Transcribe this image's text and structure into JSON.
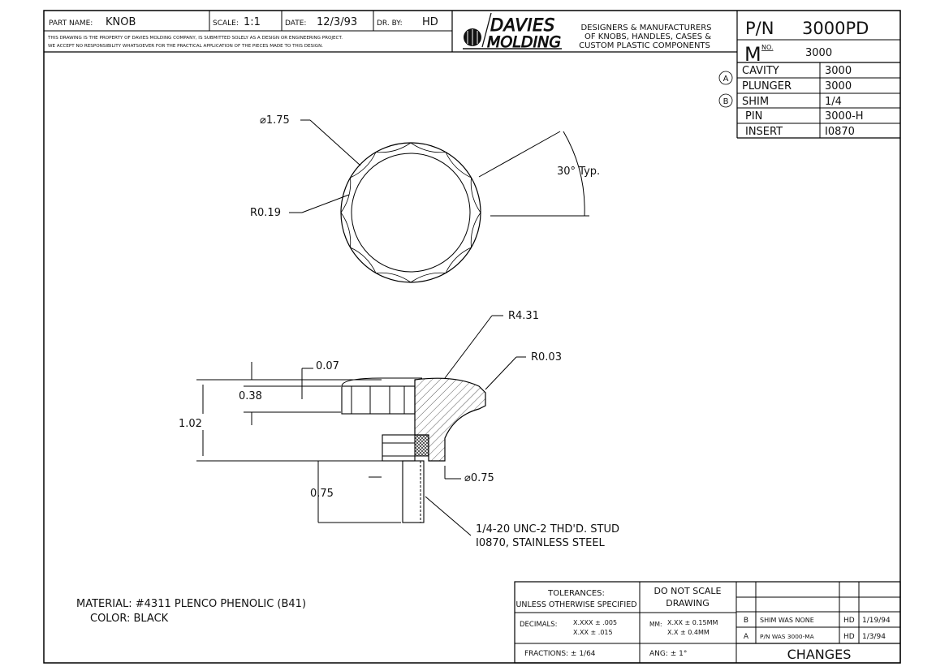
{
  "title_block": {
    "part_name_label": "PART NAME:",
    "part_name": "KNOB",
    "scale_label": "SCALE:",
    "scale": "1:1",
    "date_label": "DATE:",
    "date": "12/3/93",
    "drawn_by_label": "DR. BY:",
    "drawn_by": "HD",
    "disclaimer_1": "THIS DRAWING IS THE PROPERTY OF DAVIES MOLDING COMPANY, IS SUBMITTED SOLELY AS A DESIGN OR ENGINEERING PROJECT.",
    "disclaimer_2": "WE ACCEPT NO RESPONSIBILITY WHATSOEVER FOR THE PRACTICAL APPLICATION OF THE PIECES MADE TO THIS DESIGN.",
    "company_1": "DAVIES",
    "company_2": "MOLDING",
    "tagline_1": "DESIGNERS & MANUFACTURERS",
    "tagline_2": "OF KNOBS, HANDLES, CASES &",
    "tagline_3": "CUSTOM PLASTIC COMPONENTS",
    "pn_label": "P/N",
    "pn": "3000PD",
    "mno_label": "M",
    "mno_sup": "NO.",
    "mno": "3000"
  },
  "parts_table": {
    "rows": [
      {
        "marker": "A",
        "label": "CAVITY",
        "value": "3000"
      },
      {
        "marker": "",
        "label": "PLUNGER",
        "value": "3000"
      },
      {
        "marker": "B",
        "label": "SHIM",
        "value": "1/4"
      },
      {
        "marker": "",
        "label": "PIN",
        "value": "3000-H"
      },
      {
        "marker": "",
        "label": "INSERT",
        "value": "I0870"
      }
    ]
  },
  "top_view": {
    "dia": "⌀1.75",
    "radius": "R0.19",
    "angle": "30° Typ."
  },
  "side_view": {
    "r_top": "R4.31",
    "r_edge": "R0.03",
    "d_007": "0.07",
    "d_038": "0.38",
    "d_102": "1.02",
    "d_075": "0.75",
    "d_stud": "⌀0.75",
    "stud_1": "1/4-20 UNC-2 THD'D. STUD",
    "stud_2": "I0870, STAINLESS STEEL"
  },
  "material": {
    "line_1": "MATERIAL: #4311 PLENCO PHENOLIC (B41)",
    "line_2": "COLOR: BLACK"
  },
  "tolerances": {
    "head_1": "TOLERANCES:",
    "head_2": "UNLESS OTHERWISE SPECIFIED",
    "noscale_1": "DO NOT SCALE",
    "noscale_2": "DRAWING",
    "decimals_label": "DECIMALS:",
    "dec_1": "X.XXX ± .005",
    "dec_2": "X.XX  ± .015",
    "mm_label": "MM:",
    "mm_1": "X.XX ± 0.15MM",
    "mm_2": "X.X  ± 0.4MM",
    "fractions": "FRACTIONS: ± 1/64",
    "angles": "ANG: ± 1°"
  },
  "changes": {
    "title": "CHANGES",
    "rows": [
      {
        "rev": "B",
        "desc": "SHIM WAS NONE",
        "by": "HD",
        "date": "1/19/94"
      },
      {
        "rev": "A",
        "desc": "P/N WAS 3000-MA",
        "by": "HD",
        "date": "1/3/94"
      }
    ]
  }
}
